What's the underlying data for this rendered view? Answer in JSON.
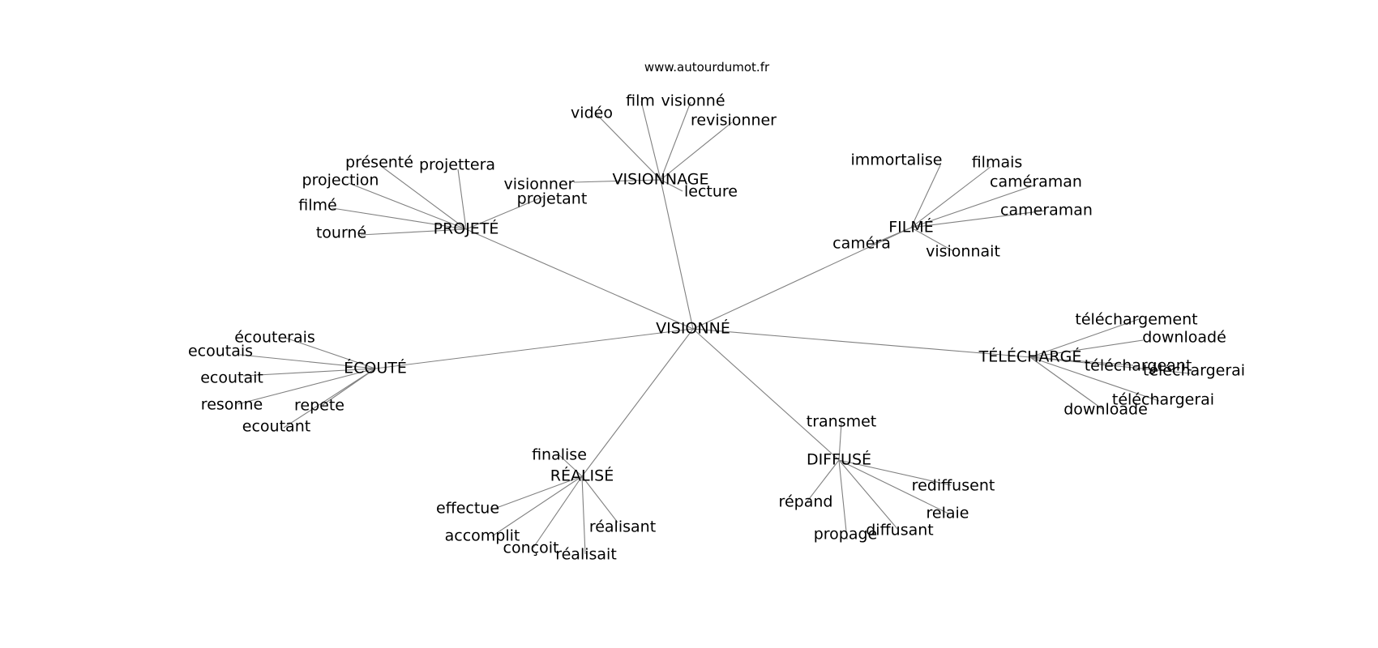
{
  "source": "www.autourdumot.fr",
  "center": "VISIONNÉ",
  "clusters": [
    {
      "label": "VISIONNAGE",
      "words": [
        "vidéo",
        "film",
        "visionné",
        "revisionner",
        "visionner",
        "lecture"
      ]
    },
    {
      "label": "PROJETÉ",
      "words": [
        "présenté",
        "projettera",
        "projection",
        "filmé",
        "tourné",
        "projetant"
      ]
    },
    {
      "label": "FILMÉ",
      "words": [
        "immortalise",
        "filmais",
        "caméraman",
        "cameraman",
        "caméra",
        "visionnait"
      ]
    },
    {
      "label": "ÉCOUTÉ",
      "words": [
        "écouterais",
        "ecoutais",
        "ecoutait",
        "resonne",
        "repete",
        "ecoutant"
      ]
    },
    {
      "label": "TÉLÉCHARGÉ",
      "words": [
        "téléchargement",
        "downloadé",
        "téléchargeant",
        "téléchargerai",
        "téléchargerai",
        "downloade"
      ]
    },
    {
      "label": "RÉALISÉ",
      "words": [
        "finalise",
        "effectue",
        "accomplit",
        "conçoit",
        "réalisait",
        "réalisant"
      ]
    },
    {
      "label": "DIFFUSÉ",
      "words": [
        "transmet",
        "rediffusent",
        "relaie",
        "diffusant",
        "propage",
        "répand"
      ]
    }
  ]
}
